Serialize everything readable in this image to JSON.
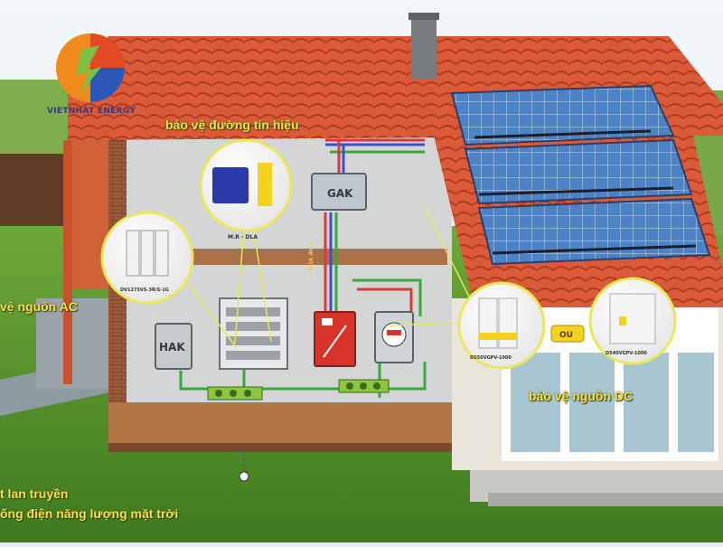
{
  "brand": {
    "name": "VIETNHAT ENERGY"
  },
  "labels": {
    "signal": "bảo vệ đường tín hiệu",
    "ac": "vệ nguồn AC",
    "dc": "bảo vệ nguồn DC",
    "bottom_line1": "t lan truyền",
    "bottom_line2": "ống điện năng lượng mặt trời"
  },
  "devices": {
    "gak": "GAK",
    "hak": "HAK",
    "mr_dla": "M.R - DLA",
    "ac_spd": "DV1275VS-3R/S-1G",
    "dc_spd1": "DS50VGPV-1000",
    "dc_spd2": "DS40VGPV-1000",
    "ou": "OU",
    "side_mark": "# 1k dms"
  },
  "colors": {
    "label_yellow": "#f5e04a",
    "roof": "#d9573a",
    "panel": "#4f86c9"
  }
}
